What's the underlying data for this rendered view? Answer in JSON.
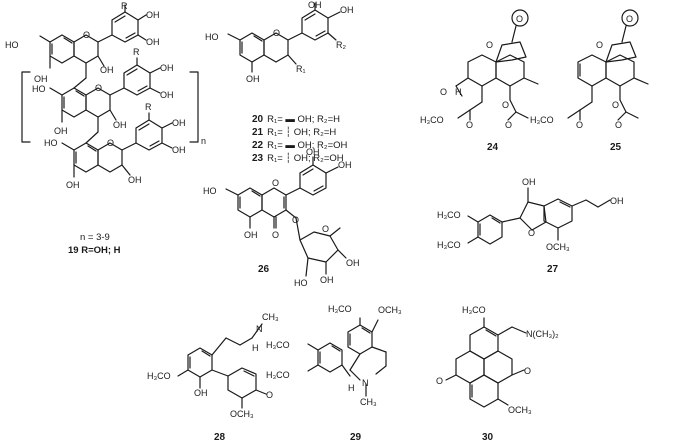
{
  "compounds": {
    "c19": {
      "number": "19",
      "caption_1": "n = 3-9",
      "caption_2": "19 R=OH; H",
      "repeat": "n"
    },
    "c20_23": {
      "rows": [
        {
          "number": "20",
          "text": "R₁= ▬ OH; R₂=H"
        },
        {
          "number": "21",
          "text": "R₁= ┆ OH; R₂=H"
        },
        {
          "number": "22",
          "text": "R₁= ▬ OH; R₂=OH"
        },
        {
          "number": "23",
          "text": "R₁= ┆ OH; R₂=OH"
        }
      ],
      "r1": "R₁",
      "r2": "R₂"
    },
    "c24": {
      "number": "24"
    },
    "c25": {
      "number": "25"
    },
    "c26": {
      "number": "26"
    },
    "c27": {
      "number": "27"
    },
    "c28": {
      "number": "28"
    },
    "c29": {
      "number": "29"
    },
    "c30": {
      "number": "30"
    }
  },
  "atoms": {
    "oh": "OH",
    "ho": "HO",
    "o": "O",
    "r": "R",
    "h": "H",
    "n": "N",
    "ch3": "CH₃",
    "h3co": "H₃CO",
    "h3co_o": "H₃CO",
    "och3": "OCH₃",
    "h3c_o": "H₃C",
    "nme2": "N(CH₃)₂",
    "meo": "H₃CO",
    "ome": "OCH₃",
    "h2co": "H₃C–O"
  }
}
